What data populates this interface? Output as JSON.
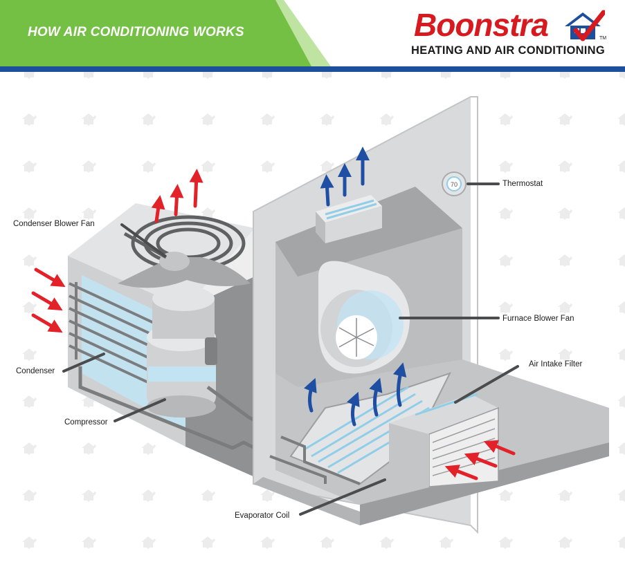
{
  "header": {
    "title": "HOW AIR CONDITIONING WORKS",
    "brand_name": "Boonstra",
    "brand_tagline": "HEATING AND AIR CONDITIONING",
    "trademark": "TM"
  },
  "thermostat": {
    "reading": "70"
  },
  "labels": {
    "condenser_blower_fan": "Condenser Blower Fan",
    "condenser": "Condenser",
    "compressor": "Compressor",
    "thermostat": "Thermostat",
    "furnace_blower_fan": "Furnace Blower Fan",
    "air_intake_filter": "Air Intake Filter",
    "evaporator_coil": "Evaporator Coil"
  },
  "colors": {
    "header_green": "#74c044",
    "header_light_green": "#bfe3a0",
    "brand_blue": "#1d4f9c",
    "brand_red": "#d71920",
    "warm_air_red": "#e32129",
    "cool_air_blue": "#1f4fa3",
    "unit_gray": "#d9dadb",
    "coil_blue": "#bfe6f7"
  },
  "icons": {
    "logo": "house-checkmark-icon",
    "background_pattern": "house-watermark-icon"
  }
}
